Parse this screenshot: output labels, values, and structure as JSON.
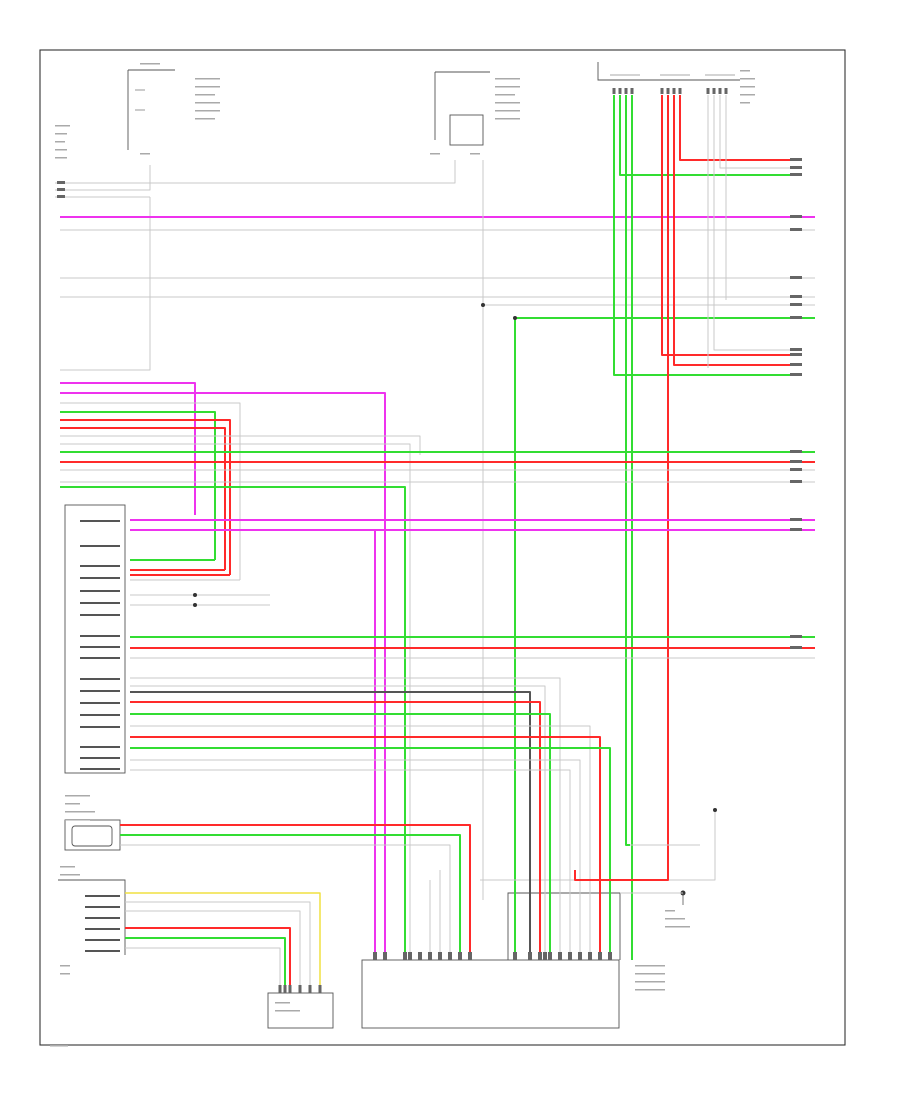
{
  "diagram": {
    "footer_id": "",
    "note": ""
  },
  "colors": {
    "frame": "#333333",
    "wire_red": "#ff2a2a",
    "wire_green": "#33dd33",
    "wire_pink": "#ee33ee",
    "wire_gray": "#c8c8c8",
    "wire_dark": "#555555",
    "wire_yellow": "#f0e040",
    "background": "#ffffff"
  },
  "components": [
    {
      "id": "top-left-connector",
      "label": ""
    },
    {
      "id": "top-center-connector",
      "label": ""
    },
    {
      "id": "top-right-connectors",
      "label": ""
    },
    {
      "id": "left-module",
      "label": ""
    },
    {
      "id": "small-module",
      "label": ""
    },
    {
      "id": "lower-left-module",
      "label": ""
    },
    {
      "id": "bottom-center-connector",
      "label": ""
    },
    {
      "id": "bottom-small-connector",
      "label": ""
    },
    {
      "id": "ground-point",
      "label": ""
    }
  ],
  "wire_colors_legend": [
    "red",
    "green",
    "pink",
    "gray",
    "dark",
    "yellow"
  ]
}
